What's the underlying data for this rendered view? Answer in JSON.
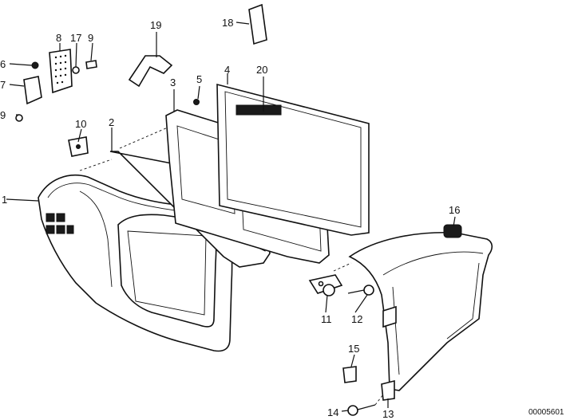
{
  "diagram": {
    "callouts": [
      "1",
      "2",
      "3",
      "4",
      "5",
      "6",
      "7",
      "8",
      "9",
      "9",
      "10",
      "11",
      "12",
      "13",
      "14",
      "15",
      "16",
      "17",
      "18",
      "19",
      "20"
    ],
    "image_code": "00005601"
  }
}
